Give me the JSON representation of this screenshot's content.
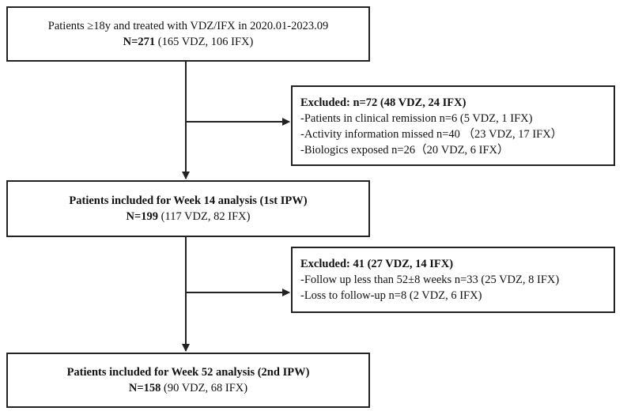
{
  "box1": {
    "line1": "Patients ≥18y and treated with VDZ/IFX  in 2020.01-2023.09",
    "n_label": "N=271",
    "n_detail": " (165 VDZ, 106 IFX)"
  },
  "excluded1": {
    "title": "Excluded: n=72 (48 VDZ, 24 IFX)",
    "items": [
      "-Patients in clinical remission n=6 (5 VDZ, 1 IFX)",
      "-Activity information missed n=40 （23 VDZ, 17 IFX）",
      "-Biologics exposed n=26（20 VDZ, 6 IFX）"
    ]
  },
  "box3": {
    "title": "Patients included for Week 14 analysis (1st IPW)",
    "n_label": "N=199",
    "n_detail": " (117 VDZ, 82 IFX)"
  },
  "excluded2": {
    "title": "Excluded: 41 (27 VDZ, 14 IFX)",
    "items": [
      "-Follow up less than 52±8 weeks n=33 (25 VDZ, 8 IFX)",
      "-Loss to follow-up n=8  (2 VDZ, 6 IFX)"
    ]
  },
  "box5": {
    "title": "Patients included for Week 52 analysis (2nd IPW)",
    "n_label": "N=158",
    "n_detail": " (90 VDZ, 68 IFX)"
  },
  "colors": {
    "line": "#222222",
    "text": "#111111"
  }
}
